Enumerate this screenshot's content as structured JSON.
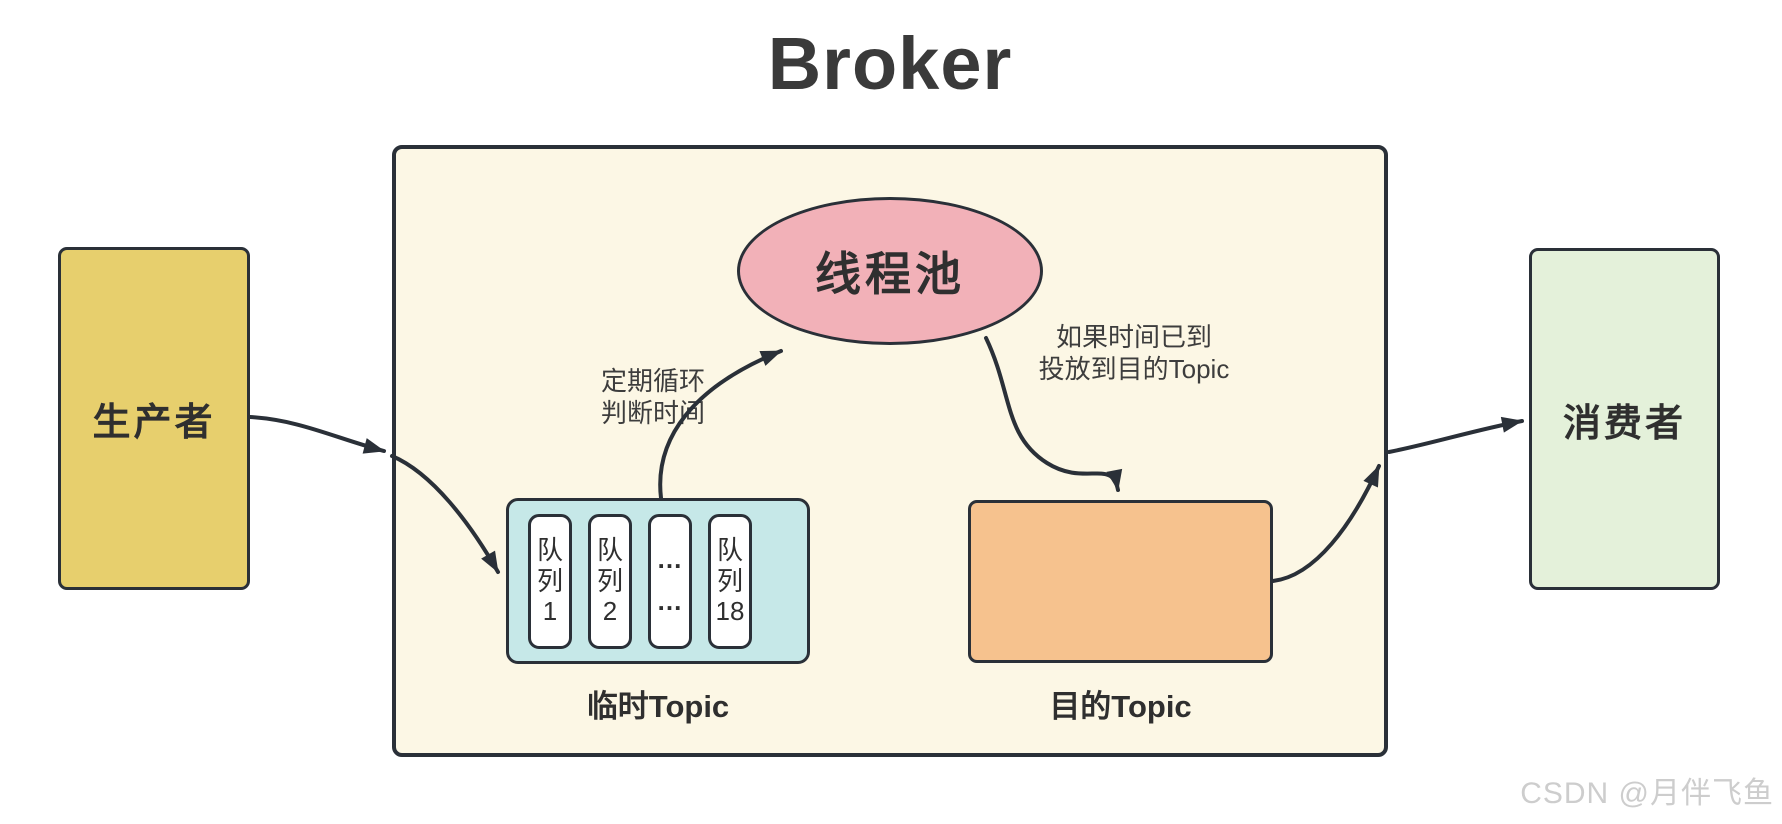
{
  "title": "Broker",
  "nodes": {
    "producer": {
      "label": "生产者"
    },
    "consumer": {
      "label": "消费者"
    },
    "thread_pool": {
      "label": "线程池"
    },
    "temp_topic": {
      "label": "临时Topic",
      "queues": [
        [
          "队",
          "列",
          "1"
        ],
        [
          "队",
          "列",
          "2"
        ],
        [
          "…",
          "…"
        ],
        [
          "队",
          "列",
          "18"
        ]
      ]
    },
    "dest_topic": {
      "label": "目的Topic"
    }
  },
  "annotations": {
    "loop_note": [
      "定期循环",
      "判断时间"
    ],
    "deliver_note": [
      "如果时间已到",
      "投放到目的Topic"
    ]
  },
  "watermark": "CSDN @月伴飞鱼",
  "colors": {
    "broker_fill": "#fcf7e5",
    "producer_fill": "#e7cf6d",
    "consumer_fill": "#e4f1da",
    "thread_pool_fill": "#f2b1b8",
    "temp_topic_fill": "#c6e8e8",
    "queue_cell_fill": "#ffffff",
    "dest_topic_fill": "#f6c28e",
    "stroke": "#2a3038",
    "text": "#333333",
    "annotation_text": "#3d3d3d",
    "watermark_text": "#cdcdcd"
  }
}
